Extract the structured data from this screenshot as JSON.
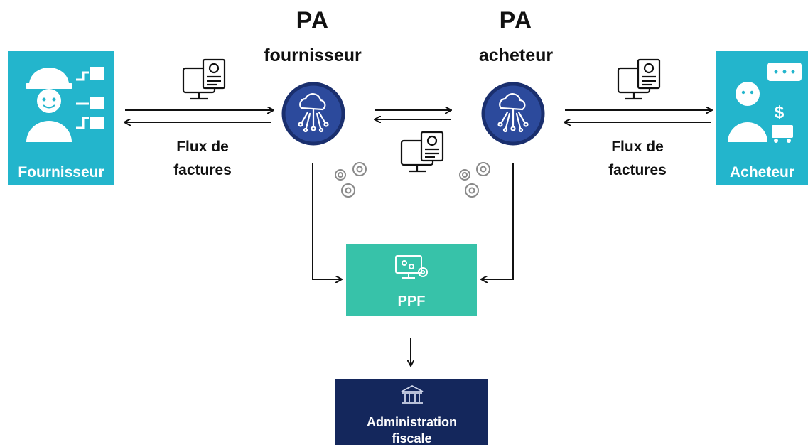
{
  "actors": {
    "fournisseur": {
      "label": "Fournisseur",
      "icon": "supplier-worker-icon"
    },
    "acheteur": {
      "label": "Acheteur",
      "icon": "buyer-shopper-icon"
    }
  },
  "platforms": {
    "pa_fournisseur": {
      "title": "PA",
      "subtitle": "fournisseur",
      "icon": "cloud-network-icon"
    },
    "pa_acheteur": {
      "title": "PA",
      "subtitle": "acheteur",
      "icon": "cloud-network-icon"
    }
  },
  "flows": {
    "left": {
      "line1": "Flux de",
      "line2": "factures"
    },
    "right": {
      "line1": "Flux de",
      "line2": "factures"
    }
  },
  "ppf": {
    "label": "PPF",
    "icon": "monitor-gears-icon"
  },
  "administration": {
    "line1": "Administration",
    "line2": "fiscale",
    "icon": "government-building-icon"
  },
  "colors": {
    "actor": "#23b5cc",
    "platform_circle": "#2c4a9c",
    "ppf": "#37c2a9",
    "administration": "#14275c"
  }
}
